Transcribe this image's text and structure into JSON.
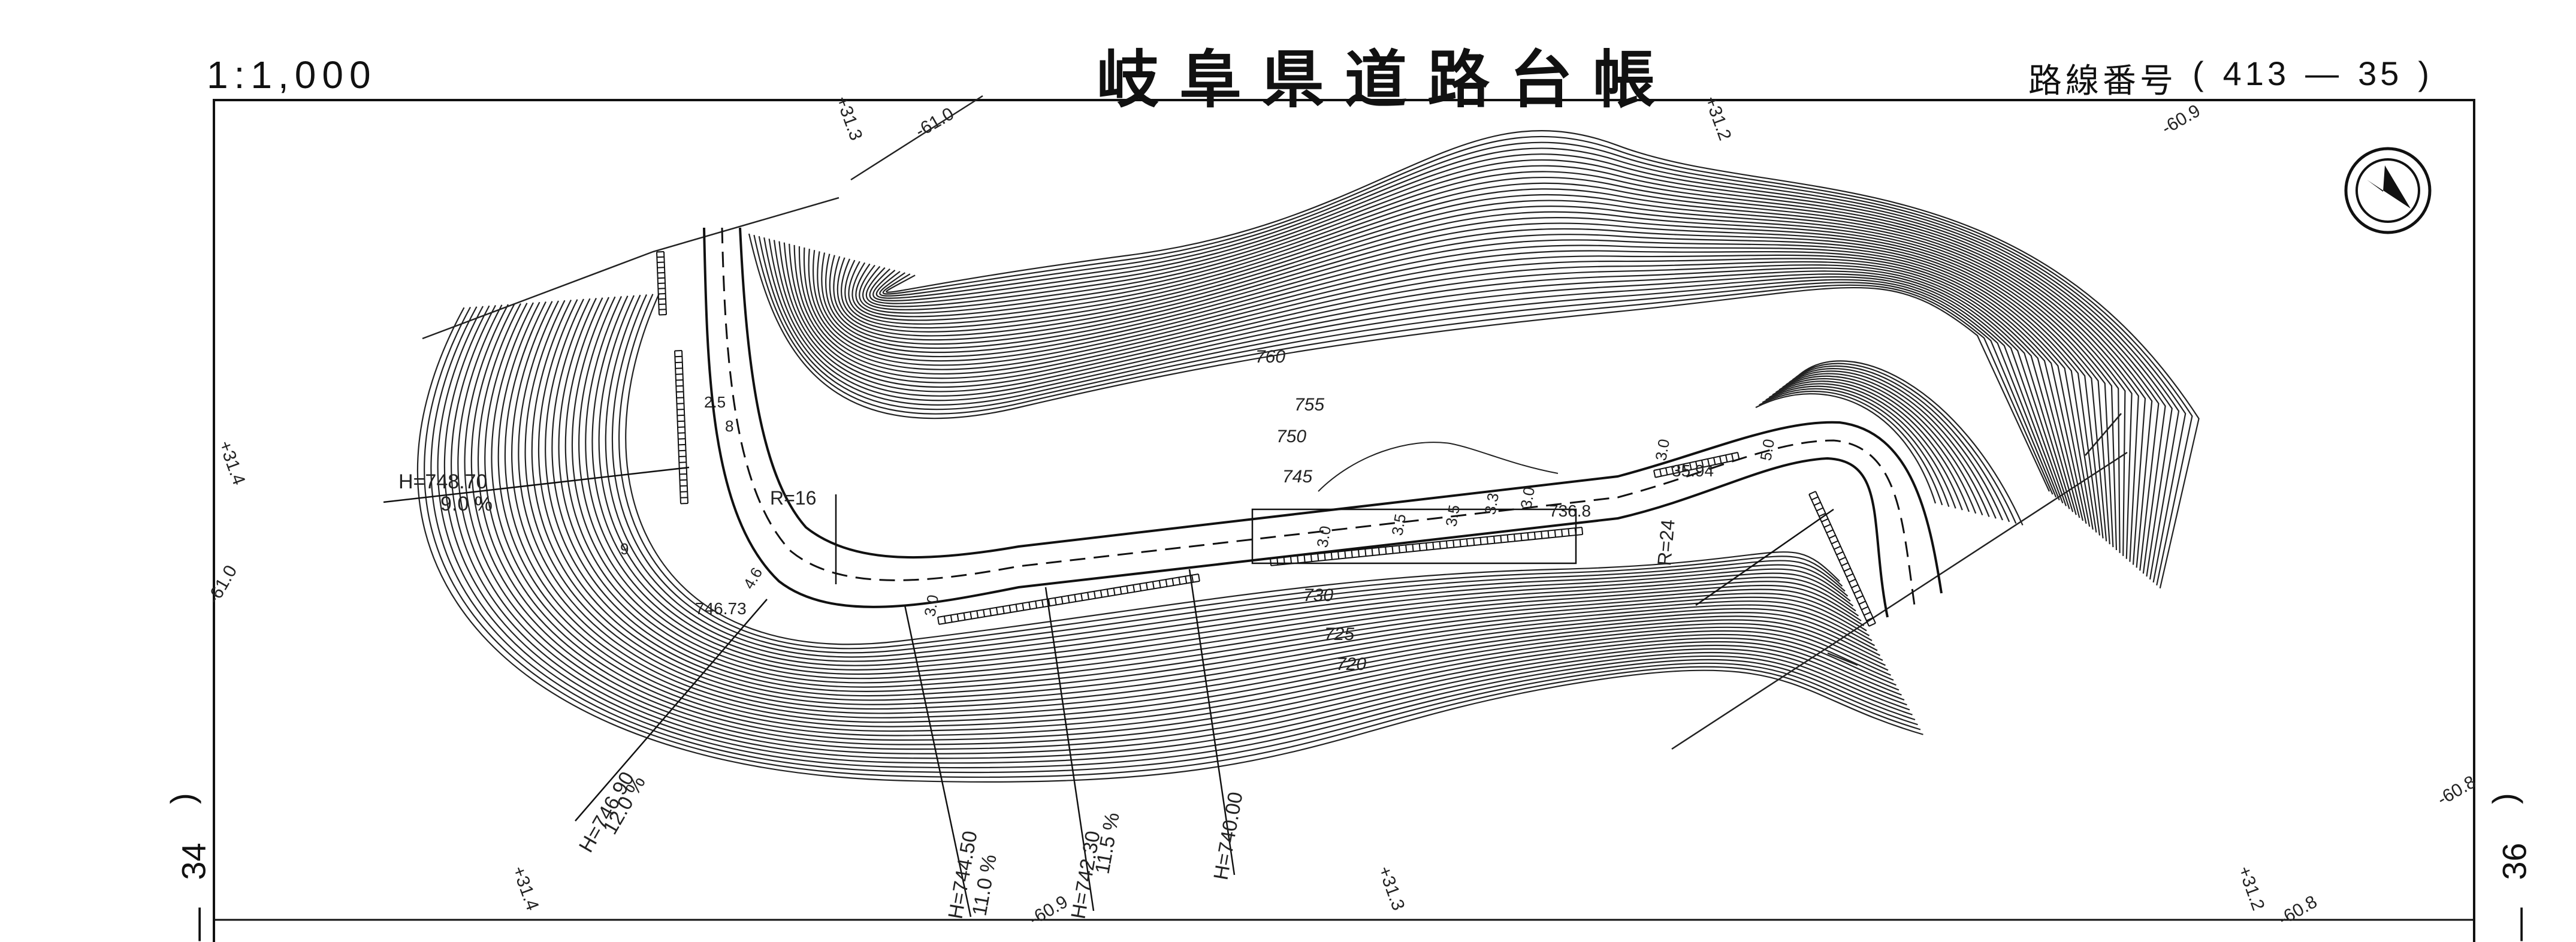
{
  "header": {
    "scale": "1:1,000",
    "title": "岐阜県道路台帳",
    "route_label": "路線番号",
    "route_open": "(",
    "route_no": "413",
    "route_dash": "—",
    "route_sheet": "35",
    "route_close": ")"
  },
  "adjacent_sheets": {
    "left": {
      "no": "34",
      "paren": ")",
      "dash": "—"
    },
    "right": {
      "no": "36",
      "paren": ")",
      "dash": "—"
    }
  },
  "contours": {
    "c760": "760",
    "c755": "755",
    "c750": "750",
    "c745": "745",
    "c730": "730",
    "c725": "725",
    "c720": "720"
  },
  "grid_ticks": {
    "t1": "+31.3",
    "t2": "-61.0",
    "t3": "+31.2",
    "t4": "-60.9",
    "t5": "+31.4",
    "t6": "-61.0",
    "t7": "+31.4",
    "t8": "-60.9",
    "t9": "+31.3",
    "t10": "+31.2",
    "t11": "-60.8",
    "t12": "-60.8"
  },
  "elevations": {
    "e1_h": "H=748.70",
    "e1_g": "9.0 %",
    "e2_h": "H=746.90",
    "e2_g": "12.0 %",
    "e3_h": "H=744.50",
    "e3_g": "11.0 %",
    "e4_h": "H=742.30",
    "e4_g": "11.5 %",
    "e5_h": "H=740.00",
    "p1": "746.73",
    "p2": "736.8",
    "p3": "35.94"
  },
  "curves": {
    "r1": "R=16",
    "r2": "R=24"
  },
  "widths": {
    "w1": "2.5",
    "w2": "8",
    "w3": "4.6",
    "w4": "3.0",
    "w5": "3.0",
    "w6": "3.5",
    "w7": "3.5",
    "w8": "3.3",
    "w9": "3.0",
    "w10": "3.0",
    "w11": "5.0",
    "w12": "9"
  }
}
